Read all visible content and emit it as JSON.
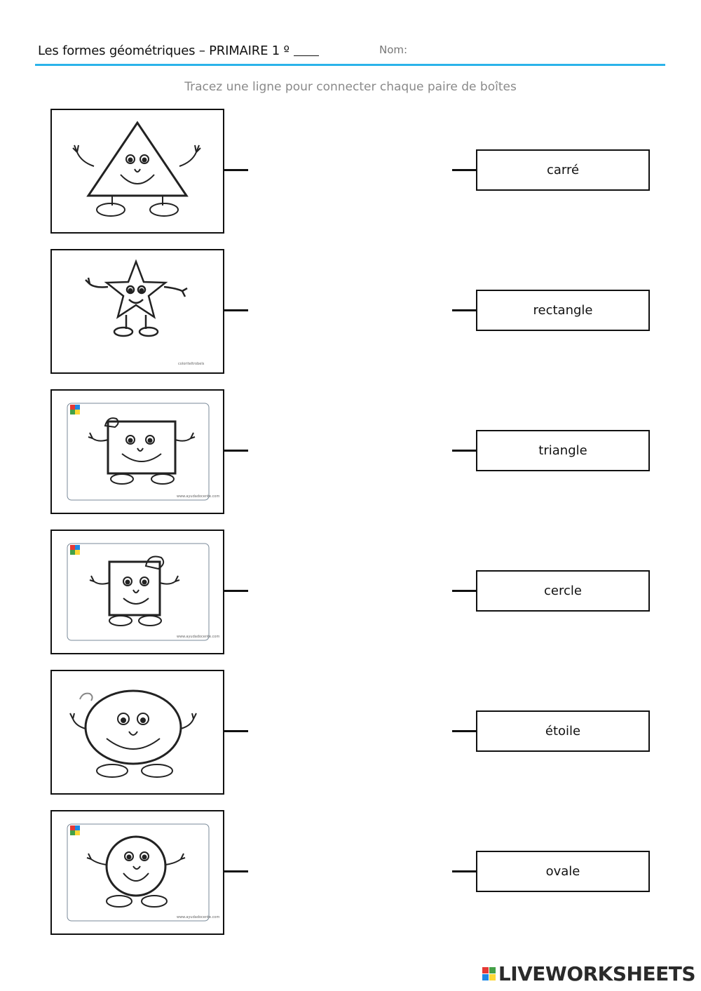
{
  "header": {
    "title": "Les formes géométriques – PRIMAIRE 1 º",
    "name_label": "Nom:"
  },
  "instructions": "Tracez une ligne pour connecter chaque paire de boîtes",
  "images": [
    {
      "shape": "triangle",
      "credit": ""
    },
    {
      "shape": "star",
      "credit": "coloriteltrobels"
    },
    {
      "shape": "rectangle",
      "credit": "www.ayudadocente.com"
    },
    {
      "shape": "square",
      "credit": "www.ayudadocente.com"
    },
    {
      "shape": "oval",
      "credit": ""
    },
    {
      "shape": "circle",
      "credit": "www.ayudadocente.com"
    }
  ],
  "words": [
    "carré",
    "rectangle",
    "triangle",
    "cercle",
    "étoile",
    "ovale"
  ],
  "footer": {
    "logo_text": "LIVEWORKSHEETS"
  },
  "colors": {
    "accent_rule": "#2bb3ea",
    "logo_blocks": [
      "#e53935",
      "#43a047",
      "#1e88e5",
      "#fdd835"
    ]
  }
}
